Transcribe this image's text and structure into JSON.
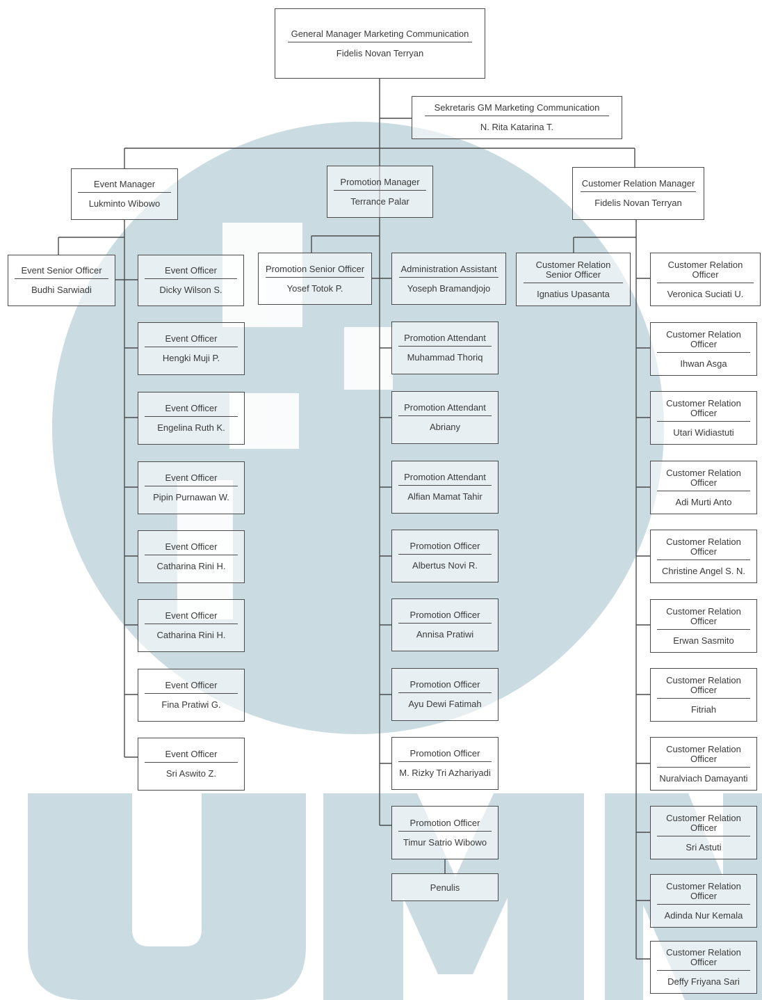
{
  "org": {
    "gm": {
      "title": "General Manager Marketing Communication",
      "name": "Fidelis Novan Terryan"
    },
    "secretary": {
      "title": "Sekretaris GM Marketing Communication",
      "name": "N. Rita Katarina T."
    },
    "event_manager": {
      "title": "Event Manager",
      "name": "Lukminto Wibowo"
    },
    "promotion_manager": {
      "title": "Promotion Manager",
      "name": "Terrance Palar"
    },
    "cr_manager": {
      "title": "Customer Relation Manager",
      "name": "Fidelis Novan Terryan"
    },
    "event_senior": {
      "title": "Event Senior Officer",
      "name": "Budhi Sarwiadi"
    },
    "event_officers": [
      {
        "title": "Event Officer",
        "name": "Dicky Wilson S."
      },
      {
        "title": "Event Officer",
        "name": "Hengki Muji P."
      },
      {
        "title": "Event Officer",
        "name": "Engelina Ruth K."
      },
      {
        "title": "Event Officer",
        "name": "Pipin Purnawan W."
      },
      {
        "title": "Event Officer",
        "name": "Catharina Rini H."
      },
      {
        "title": "Event Officer",
        "name": "Catharina Rini H."
      },
      {
        "title": "Event Officer",
        "name": "Fina Pratiwi G."
      },
      {
        "title": "Event Officer",
        "name": "Sri Aswito Z."
      }
    ],
    "promotion_senior": {
      "title": "Promotion Senior Officer",
      "name": "Yosef  Totok P."
    },
    "promotion_staff": [
      {
        "title": "Administration Assistant",
        "name": "Yoseph Bramandjojo"
      },
      {
        "title": "Promotion Attendant",
        "name": "Muhammad Thoriq"
      },
      {
        "title": "Promotion Attendant",
        "name": "Abriany"
      },
      {
        "title": "Promotion Attendant",
        "name": "Alfian Mamat Tahir"
      },
      {
        "title": "Promotion Officer",
        "name": "Albertus Novi R."
      },
      {
        "title": "Promotion  Officer",
        "name": "Annisa Pratiwi"
      },
      {
        "title": "Promotion  Officer",
        "name": "Ayu Dewi Fatimah"
      },
      {
        "title": "Promotion  Officer",
        "name": "M. Rizky Tri Azhariyadi"
      },
      {
        "title": "Promotion  Officer",
        "name": "Timur Satrio Wibowo"
      }
    ],
    "penulis": {
      "name": "Penulis"
    },
    "cr_senior": {
      "title": "Customer Relation Senior Officer",
      "name": "Ignatius Upasanta"
    },
    "cr_officers": [
      {
        "title": "Customer Relation Officer",
        "name": "Veronica Suciati U."
      },
      {
        "title": "Customer Relation Officer",
        "name": "Ihwan Asga"
      },
      {
        "title": "Customer Relation Officer",
        "name": "Utari Widiastuti"
      },
      {
        "title": "Customer Relation Officer",
        "name": "Adi Murti Anto"
      },
      {
        "title": "Customer Relation Officer",
        "name": "Christine Angel S. N."
      },
      {
        "title": "Customer Relation Officer",
        "name": "Erwan Sasmito"
      },
      {
        "title": "Customer Relation Officer",
        "name": "Fitriah"
      },
      {
        "title": "Customer Relation Officer",
        "name": "Nuralviach Damayanti"
      },
      {
        "title": "Customer Relation Officer",
        "name": "Sri Astuti"
      },
      {
        "title": "Customer Relation Officer",
        "name": "Adinda Nur Kemala"
      },
      {
        "title": "Customer Relation Officer",
        "name": "Deffy Friyana Sari"
      }
    ]
  },
  "watermark": {
    "text": "UMN",
    "color": "#8fb3bf"
  }
}
